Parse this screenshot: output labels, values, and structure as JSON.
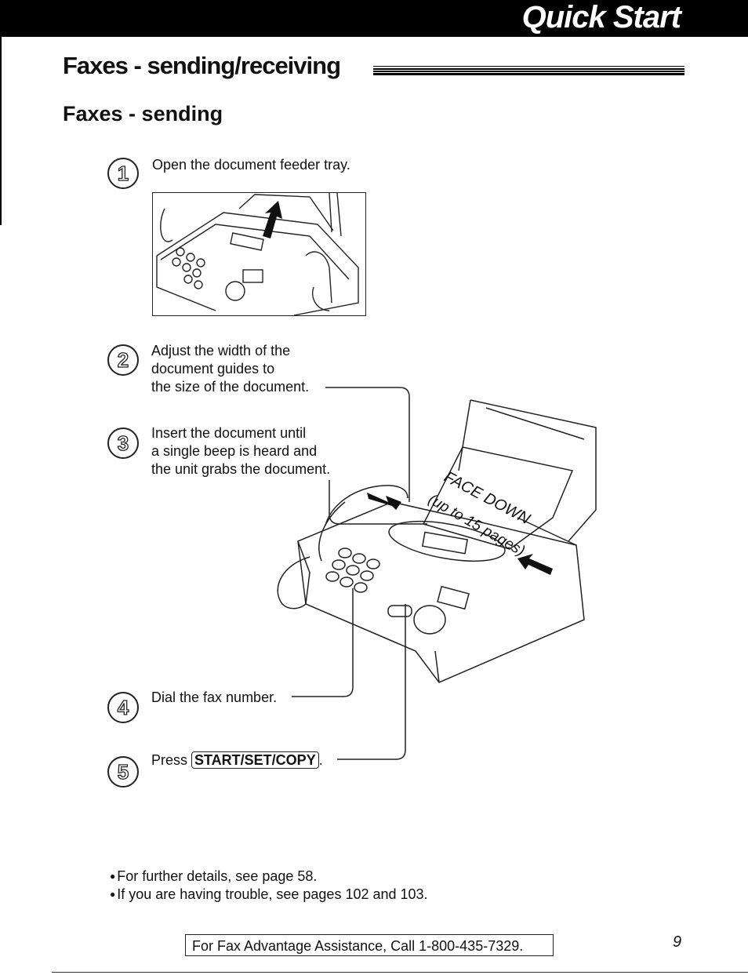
{
  "header": {
    "section_title": "Quick Start"
  },
  "page": {
    "heading": "Faxes - sending/receiving",
    "subheading": "Faxes - sending"
  },
  "steps": [
    {
      "number": "1",
      "text": "Open the document feeder tray."
    },
    {
      "number": "2",
      "text": "Adjust the width of the\ndocument guides to\nthe size of the document."
    },
    {
      "number": "3",
      "text": "Insert the document until\na single beep is heard and\nthe unit grabs the document."
    },
    {
      "number": "4",
      "text": "Dial the fax number."
    },
    {
      "number": "5",
      "prefix": "Press ",
      "key": "START/SET/COPY",
      "suffix": "."
    }
  ],
  "illustration": {
    "label_line1": "FACE DOWN",
    "label_line2": "(up to 15 pages)"
  },
  "notes": [
    "For further details, see page 58.",
    "If you are having trouble, see pages 102 and 103."
  ],
  "footer": {
    "assistance": "For Fax Advantage Assistance, Call 1-800-435-7329.",
    "page_number": "9"
  }
}
